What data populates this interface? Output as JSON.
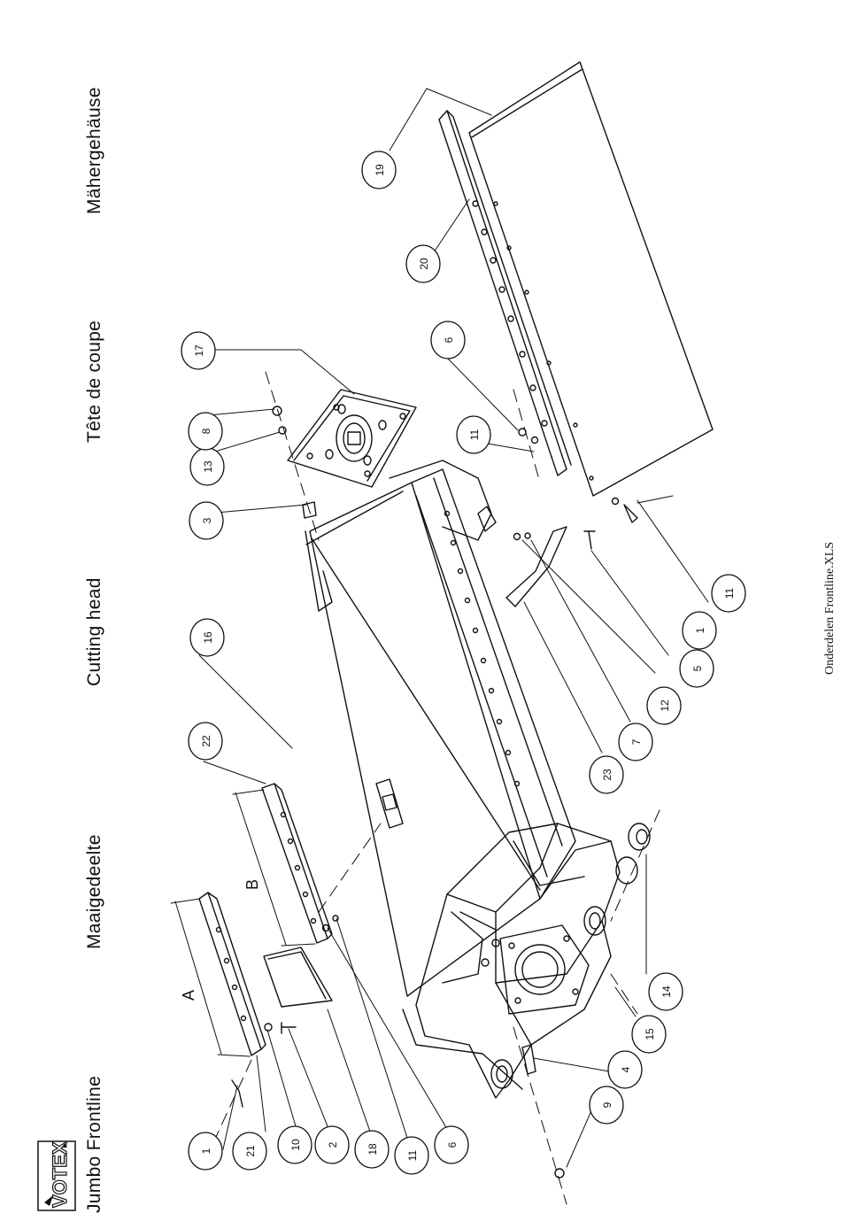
{
  "header": {
    "product": "Jumbo Frontline",
    "titles": [
      "Maaigedeelte",
      "Cutting head",
      "Tête de coupe",
      "Mähergehäuse"
    ]
  },
  "logo": {
    "icon": "votex-logo-icon",
    "text": "VOTEX"
  },
  "footer": {
    "file": "Onderdelen Frontline.XLS"
  },
  "dimension_labels": {
    "a": "A",
    "b": "B"
  },
  "callouts": [
    "1",
    "21",
    "10",
    "2",
    "18",
    "11",
    "6",
    "9",
    "4",
    "15",
    "14",
    "22",
    "16",
    "23",
    "7",
    "12",
    "5",
    "1",
    "11",
    "3",
    "13",
    "8",
    "17",
    "6",
    "11",
    "20",
    "19"
  ],
  "colors": {
    "ink": "#111111",
    "paper": "#ffffff"
  }
}
